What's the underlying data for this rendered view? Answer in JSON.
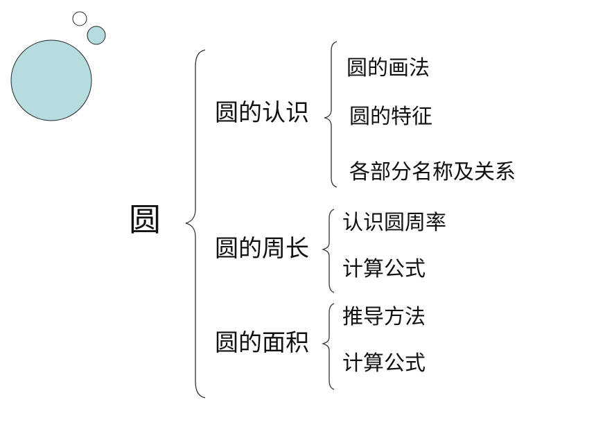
{
  "colors": {
    "circle_fill": "#b5dde0",
    "circle_stroke": "#222222",
    "line": "#333333",
    "text": "#111111"
  },
  "root": {
    "label": "圆"
  },
  "branches": [
    {
      "label": "圆的认识",
      "items": [
        "圆的画法",
        "圆的特征",
        "各部分名称及关系"
      ]
    },
    {
      "label": "圆的周长",
      "items": [
        "认识圆周率",
        "计算公式"
      ]
    },
    {
      "label": "圆的面积",
      "items": [
        "推导方法",
        "计算公式"
      ]
    }
  ]
}
